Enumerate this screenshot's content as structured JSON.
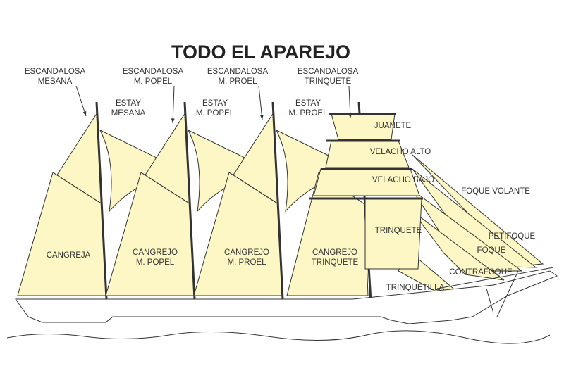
{
  "title": "TODO EL APAREJO",
  "colors": {
    "sail": "#fcf7c5",
    "outline": "#333333"
  },
  "labels": {
    "escandalosa_mesana": [
      "ESCANDALOSA",
      "MESANA"
    ],
    "escandalosa_popel": [
      "ESCANDALOSA",
      "M. POPEL"
    ],
    "escandalosa_proel": [
      "ESCANDALOSA",
      "M. PROEL"
    ],
    "escandalosa_trinquete": [
      "ESCANDALOSA",
      "TRINQUETE"
    ],
    "estay_mesana": [
      "ESTAY",
      "MESANA"
    ],
    "estay_popel": [
      "ESTAY",
      "M. POPEL"
    ],
    "estay_proel": [
      "ESTAY",
      "M. PROEL"
    ],
    "juanete": "JUANETE",
    "velacho_alto": "VELACHO ALTO",
    "velacho_bajo": "VELACHO BAJO",
    "foque_volante": "FOQUE VOLANTE",
    "petifoque": "PETIFOQUE",
    "foque": "FOQUE",
    "contrafoque": "CONTRAFOQUE",
    "trinquetilla": "TRINQUETILLA",
    "trinquete": "TRINQUETE",
    "cangreja": "CANGREJA",
    "cangrejo_popel": [
      "CANGREJO",
      "M. POPEL"
    ],
    "cangrejo_proel": [
      "CANGREJO",
      "M. PROEL"
    ],
    "cangrejo_trinquete": [
      "CANGREJO",
      "TRINQUETE"
    ]
  }
}
